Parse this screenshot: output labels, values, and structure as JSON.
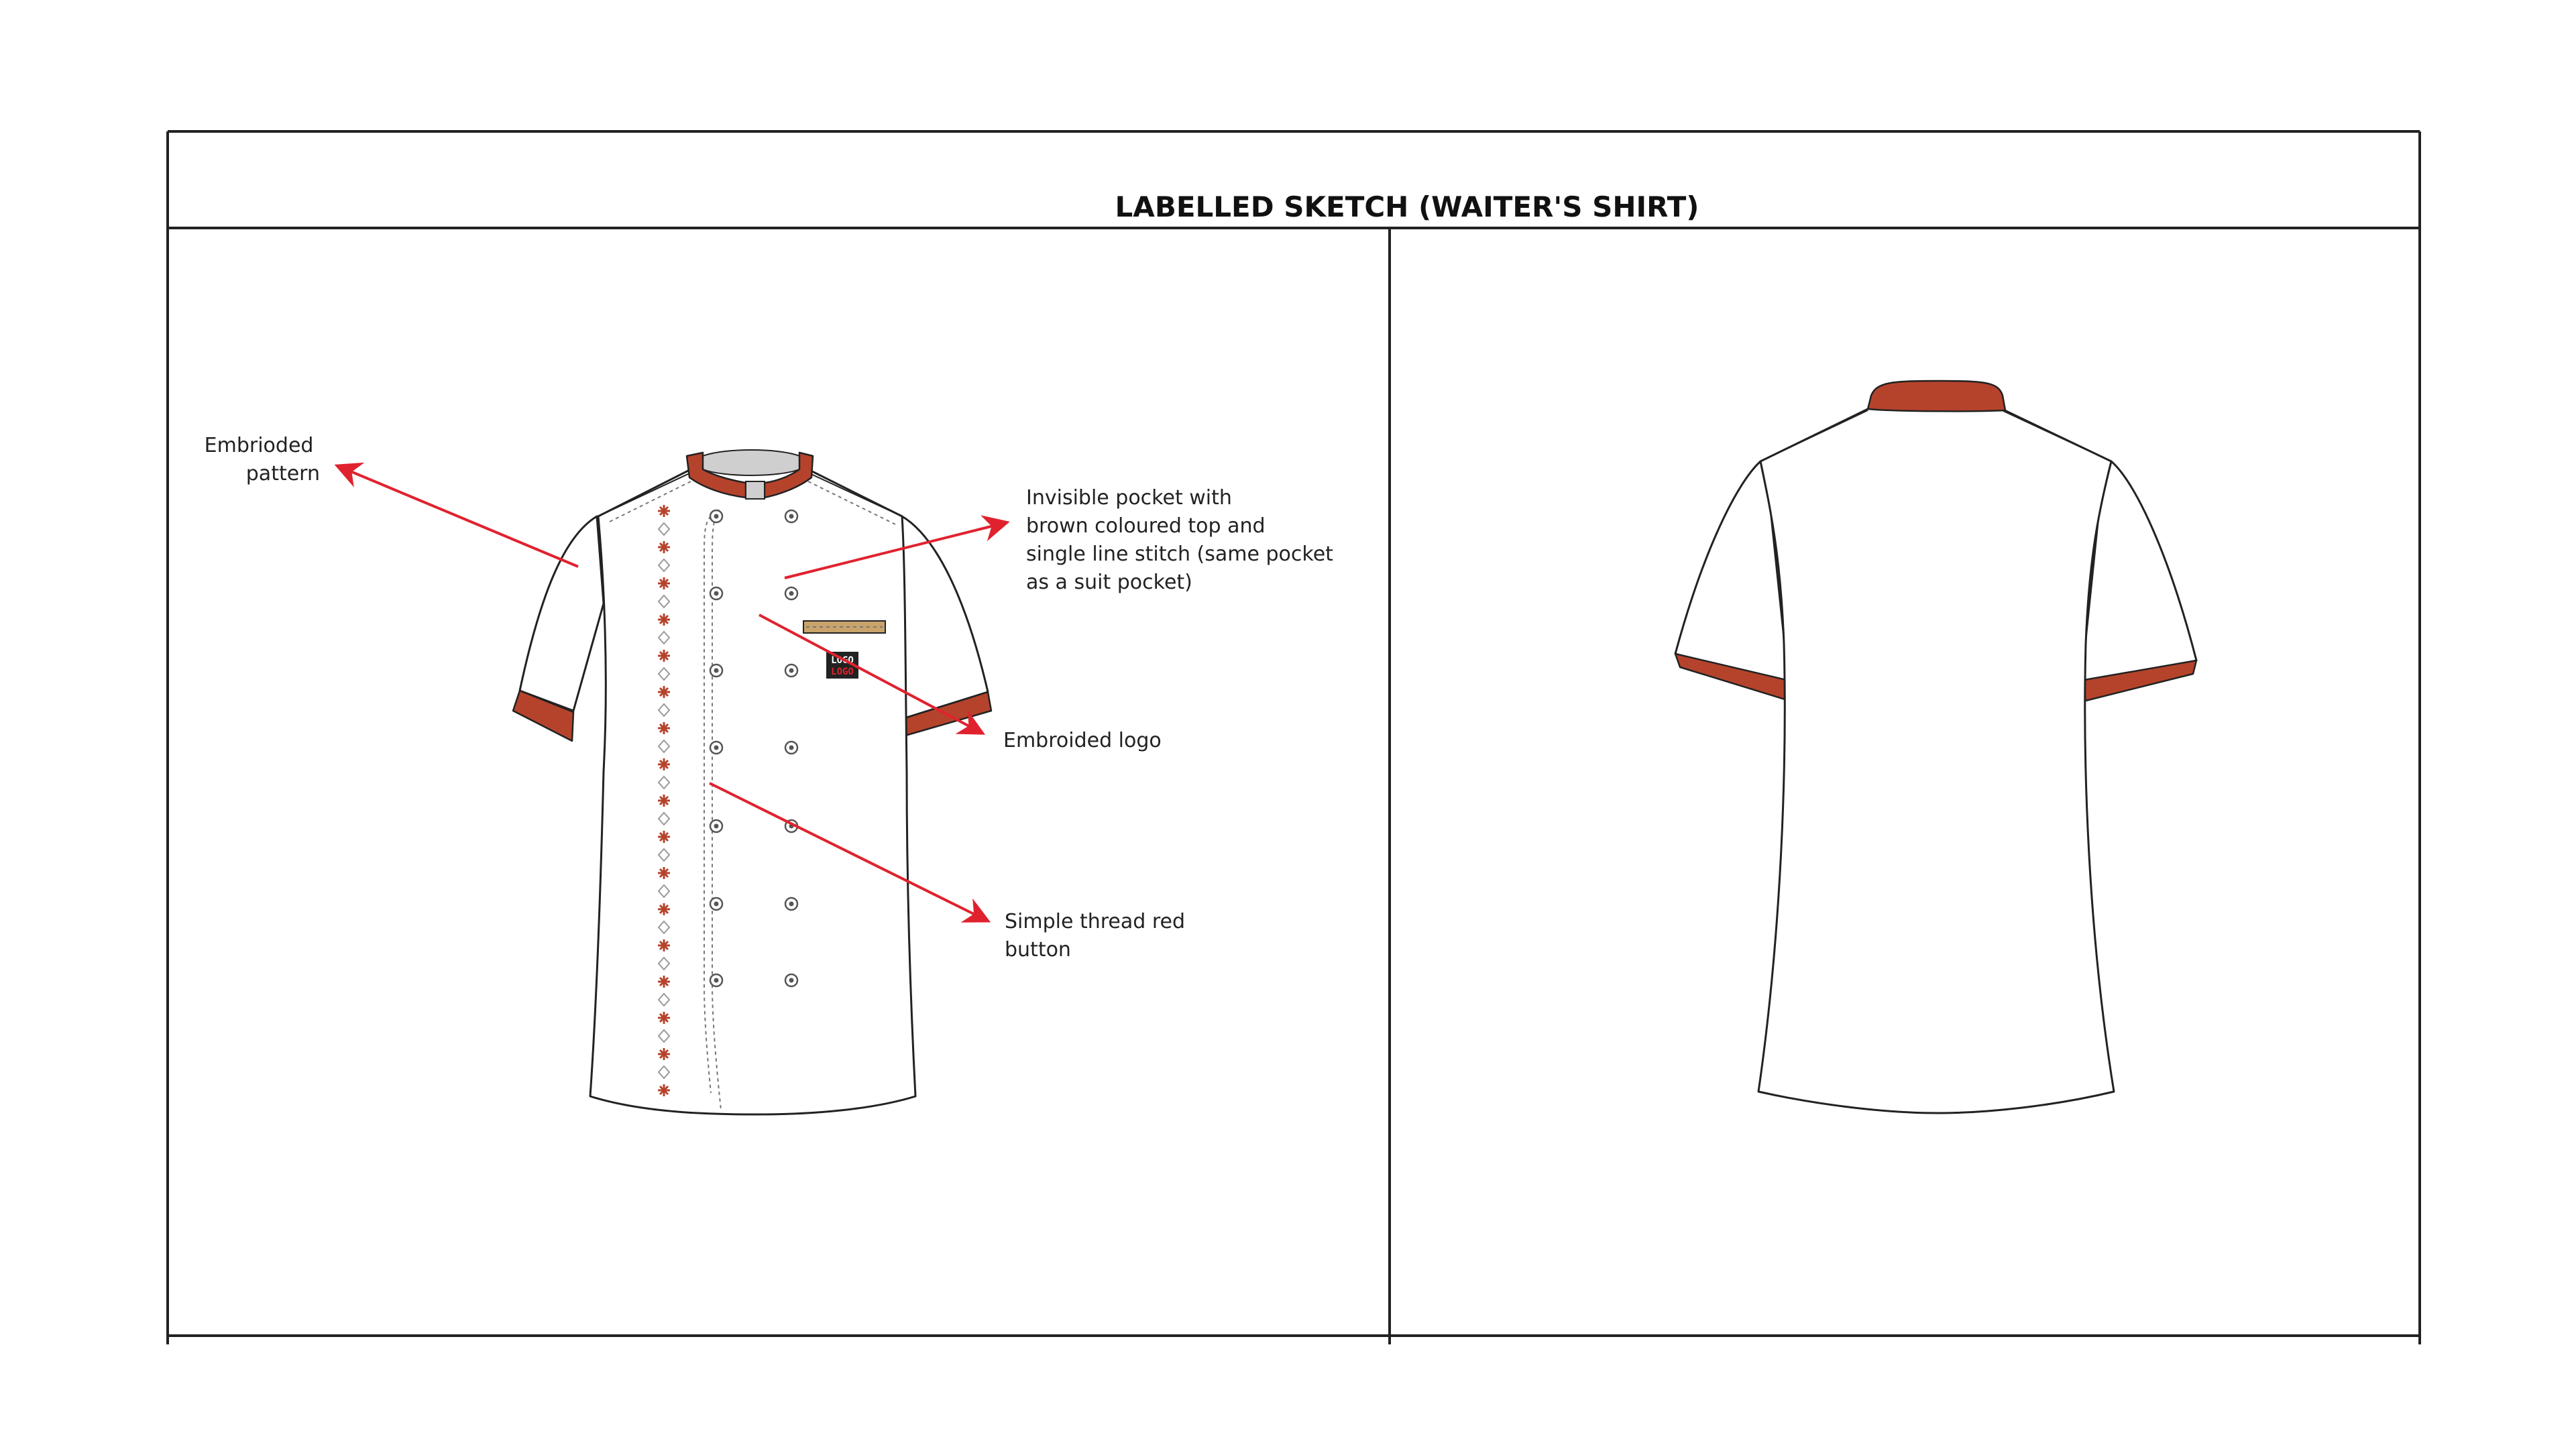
{
  "title": "LABELLED SKETCH (WAITER'S SHIRT)",
  "colors": {
    "trim": "#b5432c",
    "arrow": "#e0222e",
    "pocket_flap": "#c9a36b",
    "collar_inner": "#cfcfcf",
    "embroidery_red": "#b5432c",
    "embroidery_grey": "#9a9a9a",
    "logo_box": "#222222"
  },
  "labels": {
    "embroidered_pattern": [
      "Embrioded",
      "pattern"
    ],
    "invisible_pocket": [
      "Invisible pocket with",
      "brown coloured top and",
      "single line stitch (same pocket",
      "as a suit pocket)"
    ],
    "embroidered_logo": [
      "Embroided logo"
    ],
    "thread_button": [
      "Simple thread red",
      "button"
    ]
  },
  "logo": {
    "line1": "LOGO",
    "line2": "LOGO"
  },
  "views": [
    "front-view",
    "back-view"
  ]
}
